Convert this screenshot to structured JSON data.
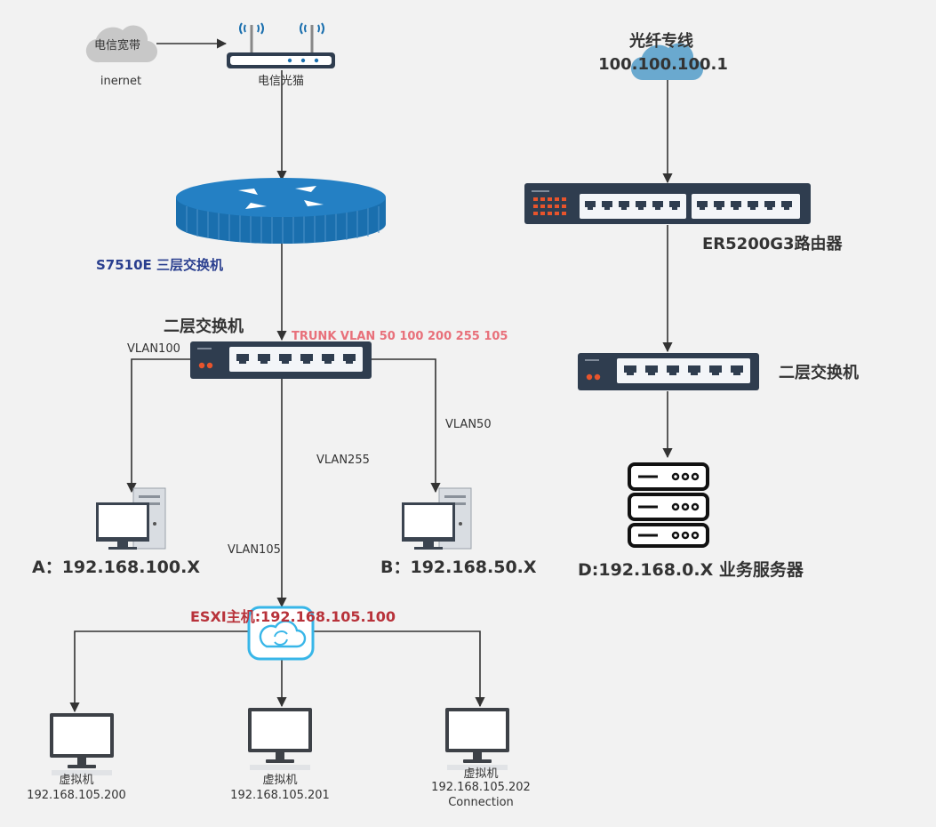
{
  "colors": {
    "wire": "#333333",
    "switch_body": "#2f3d4f",
    "router_blue": "#1a6fae",
    "cloud_grey": "#c8c8c8",
    "cloud_blue": "#6aa9cf",
    "esxi_cyan": "#38b6e8",
    "pink_text": "#e8707a",
    "esxi_text": "#b8323a",
    "blue_text": "#2a3f8f"
  },
  "left": {
    "internet_cloud_label": "电信宽带",
    "internet_label": "inernet",
    "modem_label": "电信光猫",
    "core_switch_label": "S7510E 三层交换机",
    "l2_switch_label": "二层交换机",
    "trunk_label": "TRUNK  VLAN 50  100 200 255 105",
    "vlan100": "VLAN100",
    "vlan50": "VLAN50",
    "vlan255": "VLAN255",
    "vlan105": "VLAN105",
    "pc_a_label": "A：192.168.100.X",
    "pc_b_label": "B：192.168.50.X",
    "esxi_label": "ESXI主机:192.168.105.100",
    "vms": [
      {
        "name": "虚拟机",
        "ip": "192.168.105.200",
        "extra": ""
      },
      {
        "name": "虚拟机",
        "ip": "192.168.105.201",
        "extra": ""
      },
      {
        "name": "虚拟机",
        "ip": "192.168.105.202",
        "extra": "Connection"
      }
    ]
  },
  "right": {
    "fiber_label": "光纤专线",
    "fiber_ip": "100.100.100.1",
    "router_label": "ER5200G3路由器",
    "l2_switch_label": "二层交换机",
    "server_label": "D:192.168.0.X  业务服务器"
  },
  "icons": [
    "cloud-icon",
    "modem-icon",
    "router-icon",
    "switch-icon",
    "desktop-pc-icon",
    "esxi-cloud-icon",
    "monitor-icon",
    "server-rack-icon"
  ]
}
